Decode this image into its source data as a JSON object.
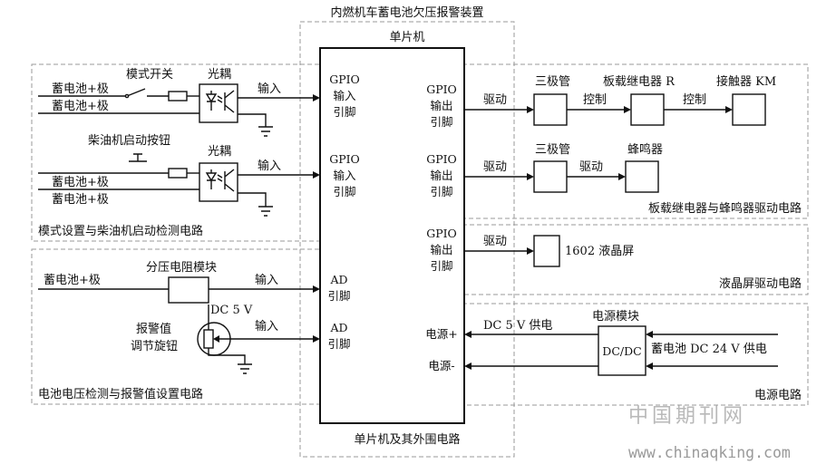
{
  "title": "内燃机车蓄电池欠压报警装置",
  "mcu": {
    "label": "单片机",
    "footer": "单片机及其外围电路",
    "pins": {
      "gpio_in_1": [
        "GPIO",
        "输入",
        "引脚"
      ],
      "gpio_in_2": [
        "GPIO",
        "输入",
        "引脚"
      ],
      "ad_1": [
        "AD",
        "引脚"
      ],
      "ad_2": [
        "AD",
        "引脚"
      ],
      "gpio_out_1": [
        "GPIO",
        "输出",
        "引脚"
      ],
      "gpio_out_2": [
        "GPIO",
        "输出",
        "引脚"
      ],
      "gpio_out_3": [
        "GPIO",
        "输出",
        "引脚"
      ],
      "power_plus": "电源+",
      "power_minus": "电源-"
    }
  },
  "mode_section": {
    "caption": "模式设置与柴油机启动检测电路",
    "battery_plus_1": "蓄电池+极",
    "battery_plus_2": "蓄电池+极",
    "battery_plus_3": "蓄电池+极",
    "battery_plus_4": "蓄电池+极",
    "mode_switch": "模式开关",
    "start_button": "柴油机启动按钮",
    "optocoupler_1": "光耦",
    "optocoupler_2": "光耦",
    "input_1": "输入",
    "input_2": "输入"
  },
  "voltage_section": {
    "caption": "电池电压检测与报警值设置电路",
    "battery_plus": "蓄电池+极",
    "divider": "分压电阻模块",
    "input_1": "输入",
    "input_2": "输入",
    "dc5v": "DC 5 V",
    "knob": [
      "报警值",
      "调节旋钮"
    ]
  },
  "relay_section": {
    "caption": "板载继电器与蜂鸣器驱动电路",
    "drive_1": "驱动",
    "drive_2": "驱动",
    "drive_3": "驱动",
    "transistor_1": "三极管",
    "transistor_2": "三极管",
    "control_1": "控制",
    "control_2": "控制",
    "relay": "板载继电器 R",
    "contactor": "接触器 KM",
    "buzzer": "蜂鸣器"
  },
  "lcd_section": {
    "caption": "液晶屏驱动电路",
    "drive": "驱动",
    "lcd": "1602 液晶屏"
  },
  "power_section": {
    "caption": "电源电路",
    "supply_5v": "DC 5 V 供电",
    "module": "电源模块",
    "converter": "DC/DC",
    "supply_24v": "蓄电池 DC 24 V 供电"
  },
  "watermark": {
    "cn": "中国期刊网",
    "url": "www.chinaqking.com"
  }
}
